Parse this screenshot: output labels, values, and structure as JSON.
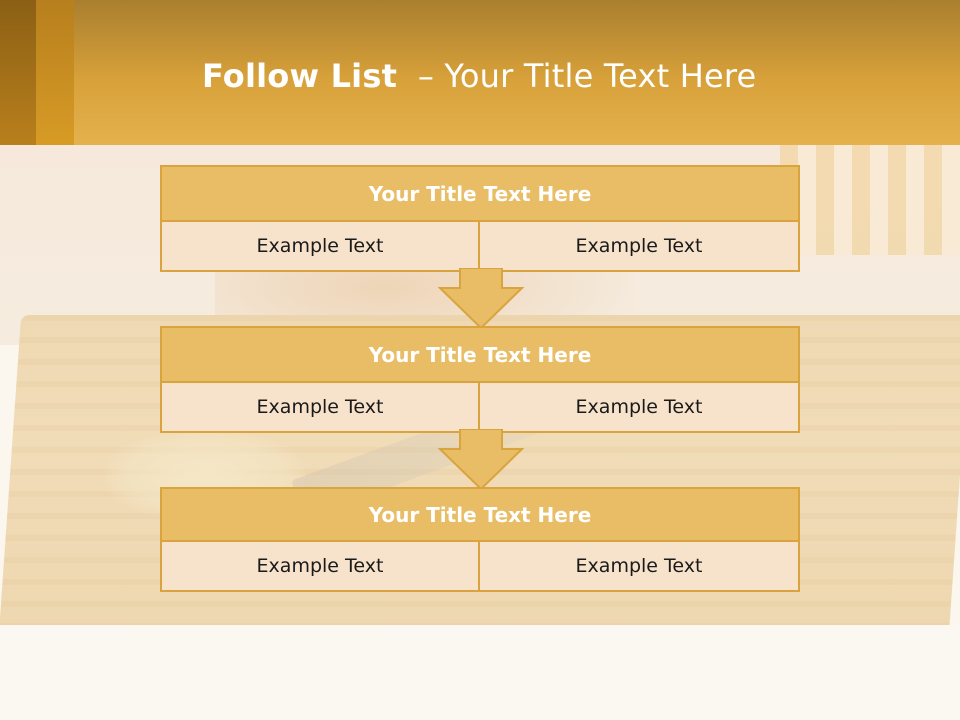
{
  "slide": {
    "title_bold": "Follow List",
    "title_rest": "  – Your Title Text Here"
  },
  "colors": {
    "header_top": "#a97f2f",
    "header_bottom": "#e4b14e",
    "block_title_fill": "#e9bd66",
    "block_border": "#d9a43e",
    "cell_fill": "#f7e3cb",
    "arrow_fill": "#e9bd66"
  },
  "blocks": [
    {
      "title": "Your Title Text Here",
      "left": "Example Text",
      "right": "Example Text"
    },
    {
      "title": "Your Title Text Here",
      "left": "Example Text",
      "right": "Example Text"
    },
    {
      "title": "Your Title Text Here",
      "left": "Example Text",
      "right": "Example Text"
    }
  ],
  "connectors": [
    "down-arrow-icon",
    "down-arrow-icon"
  ]
}
